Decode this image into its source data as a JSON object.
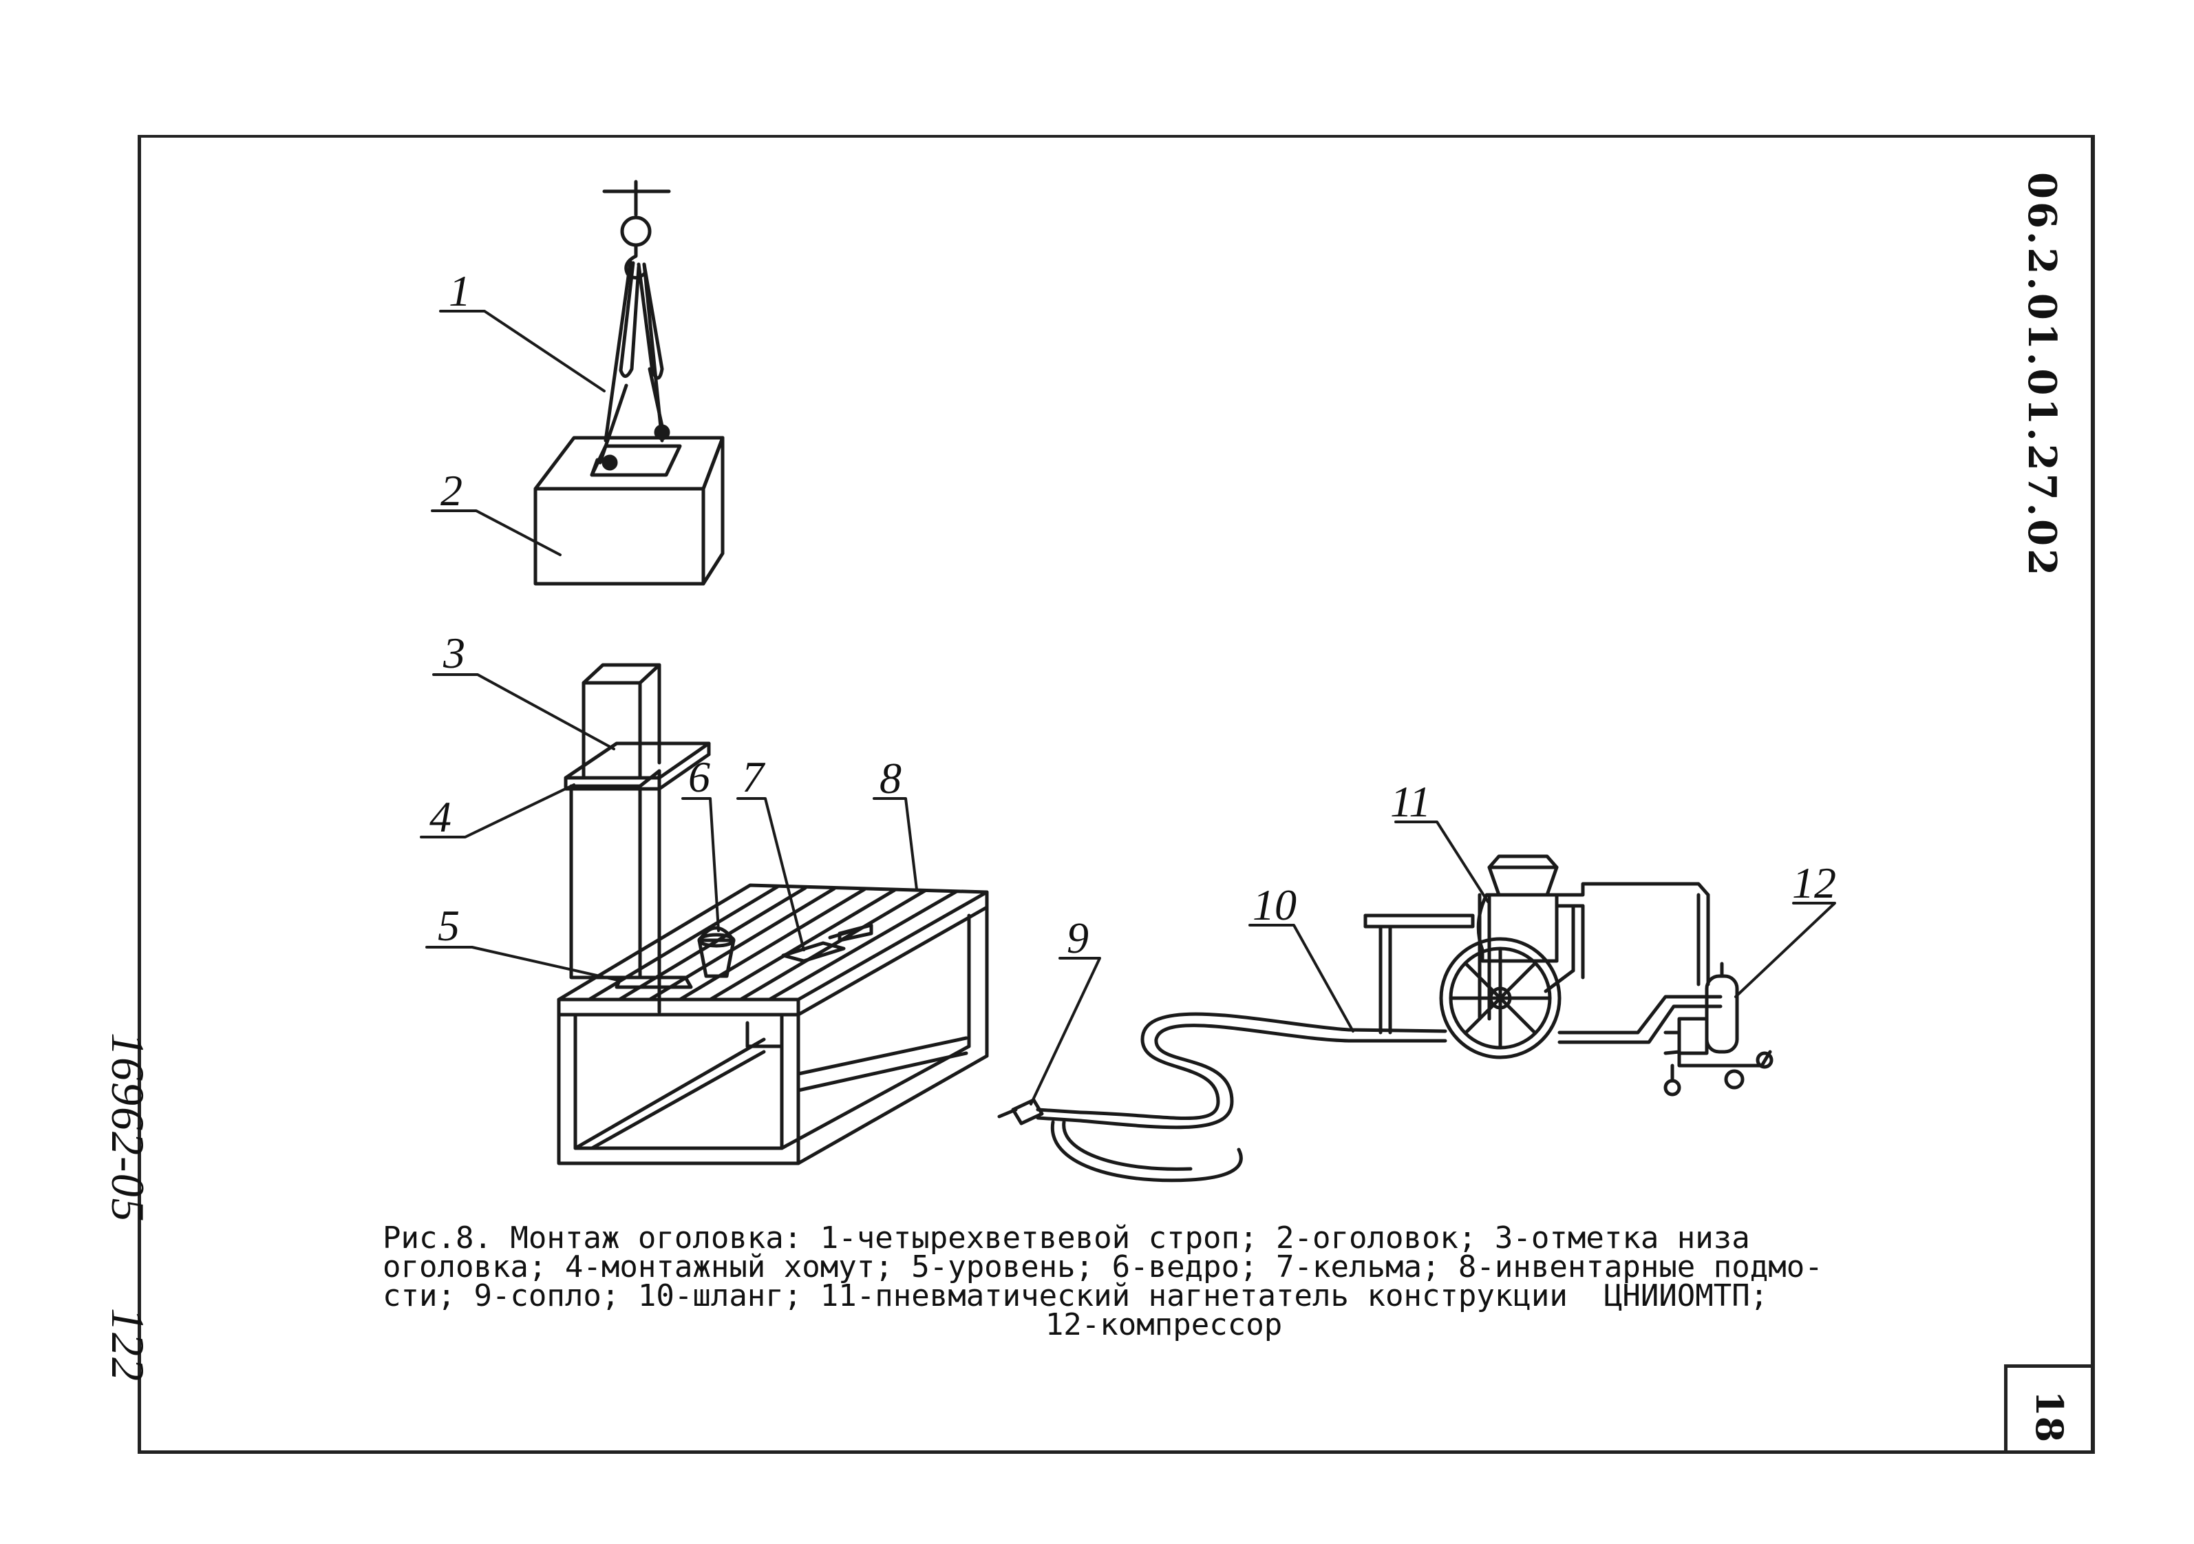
{
  "document": {
    "code": "06.2.01.01.27.02",
    "sheet_number": "18",
    "archive_number": "16962-05",
    "archive_page": "122"
  },
  "figure": {
    "caption_lines": [
      "Рис.8. Монтаж оголовка: 1-четырехветвевой строп; 2-оголовок; 3-отметка низа",
      "оголовка; 4-монтажный хомут; 5-уровень; 6-ведро; 7-кельма; 8-инвентарные подмо-",
      "сти; 9-сопло; 10-шланг; 11-пневматический нагнетатель конструкции  ЦНИИОМТП;",
      "12-компрессор"
    ],
    "callouts": [
      "1",
      "2",
      "3",
      "4",
      "5",
      "6",
      "7",
      "8",
      "9",
      "10",
      "11",
      "12"
    ]
  }
}
